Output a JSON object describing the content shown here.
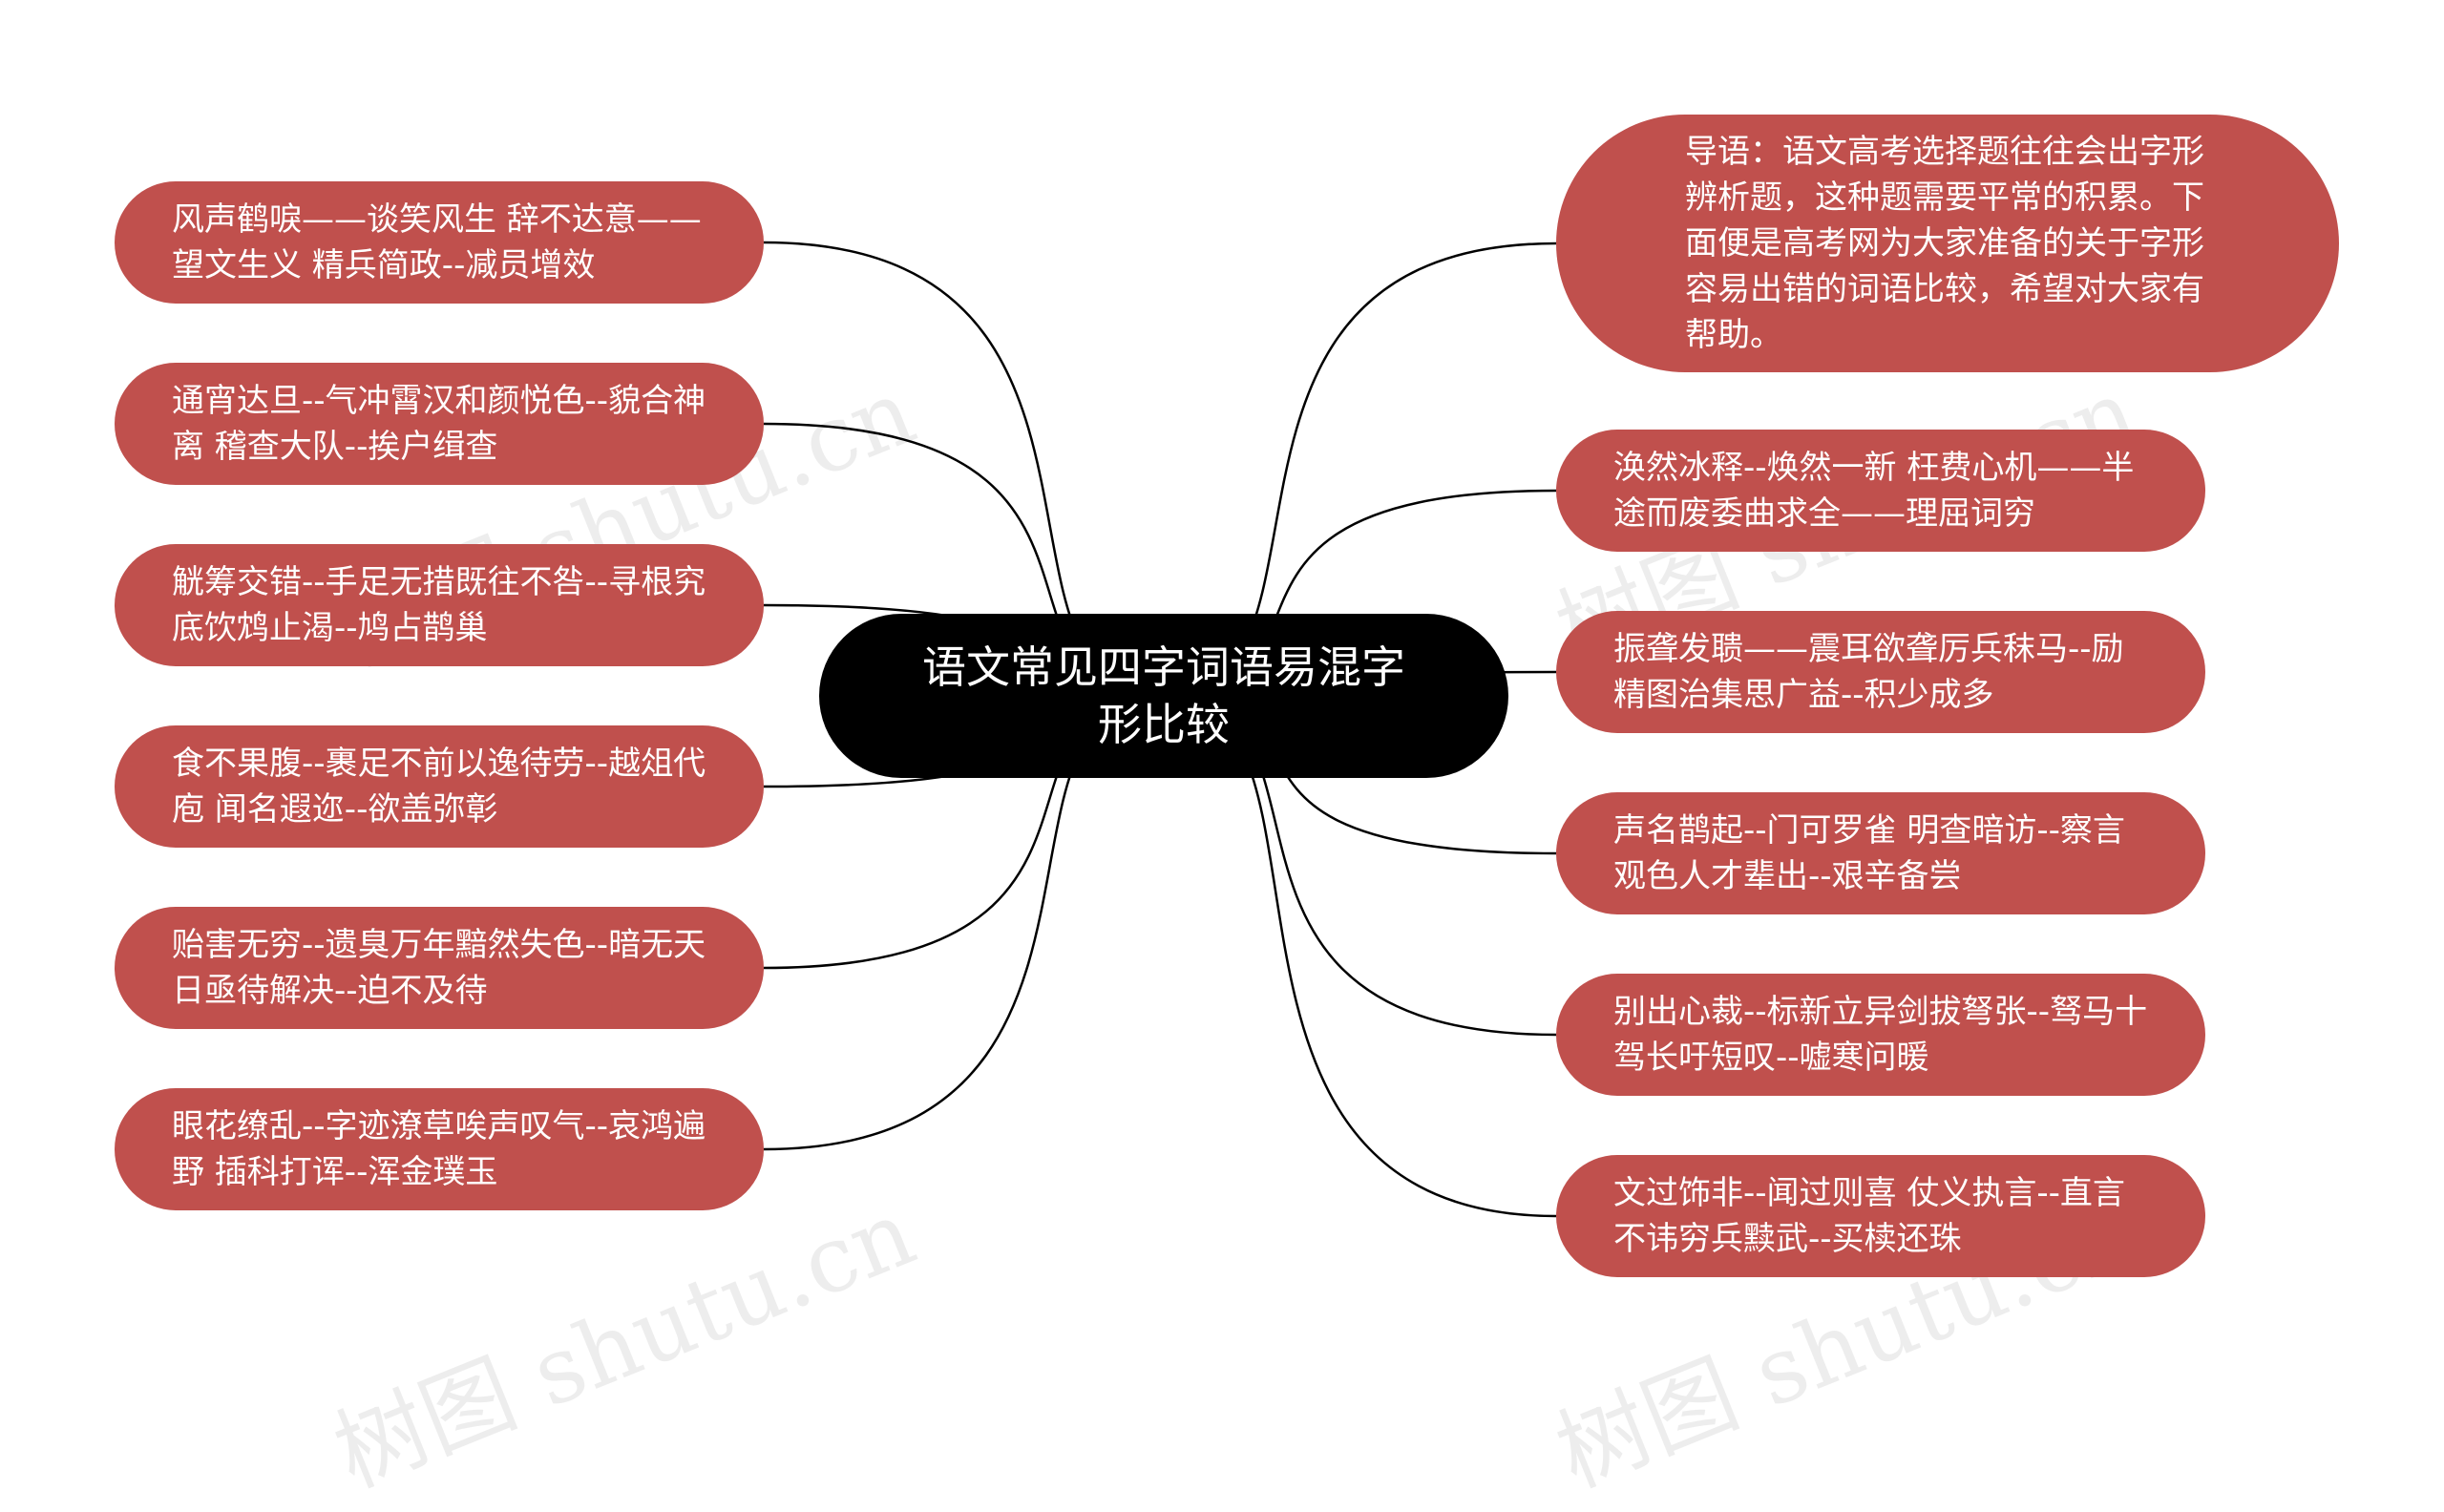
{
  "center": {
    "title": "语文常见四字词语易混字形比较"
  },
  "left_nodes": [
    "风声鹤唳——谈笑风生 辞不达意——望文生义 精兵简政--减员增效",
    "通宵达旦--气冲霄汉和颜悦色--貌合神离 稽查大队--挨户缉查",
    "觥筹交错--手足无措既往不咎--寻根究底饮鸩止渴--鸠占鹊巢",
    "食不果腹--裹足不前以逸待劳--越俎代庖 闻名遐迩--欲盖弥彰",
    "贻害无穷--遗臭万年黯然失色--暗无天日亟待解决--迫不及待",
    "眼花缭乱--字迹潦草唉声叹气--哀鸿遍野 插科打诨--浑金璞玉"
  ],
  "right_nodes": [
    "导语：语文高考选择题往往会出字形辨析题，这种题需要平常的积累。下面便是高考网为大家准备的关于字形容易出错的词语比较，希望对大家有帮助。",
    "涣然冰释--焕然一新 枉费心机——半途而废委曲求全——理屈词穷",
    "振聋发聩——震耳欲聋厉兵秣马--励精图治集思广益--积少成多",
    "声名鹊起--门可罗雀 明查暗访--察言观色人才辈出--艰辛备尝",
    "别出心裁--标新立异剑拔弩张--驽马十驾长吁短叹--嘘寒问暖",
    "文过饰非--闻过则喜 仗义执言--直言不讳穷兵黩武--买椟还珠"
  ],
  "watermark": "树图 shutu.cn",
  "colors": {
    "node_fill": "#c0504d",
    "center_fill": "#000000",
    "line": "#000000",
    "text": "#ffffff"
  }
}
